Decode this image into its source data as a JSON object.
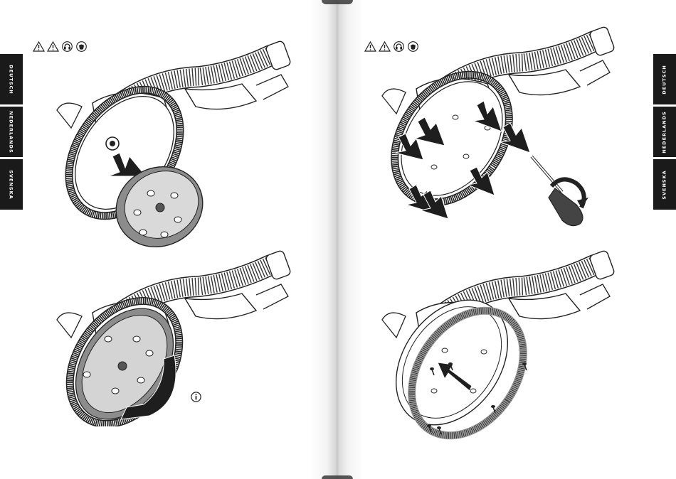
{
  "document": {
    "type": "instruction-manual-spread",
    "left_page": {
      "language_tabs": [
        "DEUTSCH",
        "NEDERLANDS",
        "SVENSKA"
      ],
      "warning_icons": [
        "warning-triangle-icon",
        "warning-triangle-icon",
        "ear-protection-icon",
        "dust-mask-icon"
      ],
      "figures": [
        {
          "name": "figure-mount-sanding-plate",
          "arrows": [
            "push-arrow"
          ]
        },
        {
          "name": "figure-rotate-sanding-plate",
          "arrows": [
            "curved-rotate-arrow"
          ],
          "info_icon": "info-icon"
        }
      ]
    },
    "right_page": {
      "language_tabs": [
        "DEUTSCH",
        "NEDERLANDS",
        "SVENSKA"
      ],
      "warning_icons": [
        "warning-triangle-icon",
        "warning-triangle-icon",
        "ear-protection-icon",
        "dust-mask-icon"
      ],
      "figures": [
        {
          "name": "figure-remove-brush-ring-screwdriver",
          "arrows": [
            "push-arrow"
          ],
          "tool": "screwdriver-icon"
        },
        {
          "name": "figure-remove-brush-ring-screws",
          "arrows": [
            "down-arrow"
          ]
        }
      ]
    }
  },
  "colors": {
    "tab_bg": "#1a1a1a",
    "tab_text": "#ffffff",
    "line": "#222222",
    "plate": "#8c8c8c",
    "arrow": "#1e1e1e"
  }
}
